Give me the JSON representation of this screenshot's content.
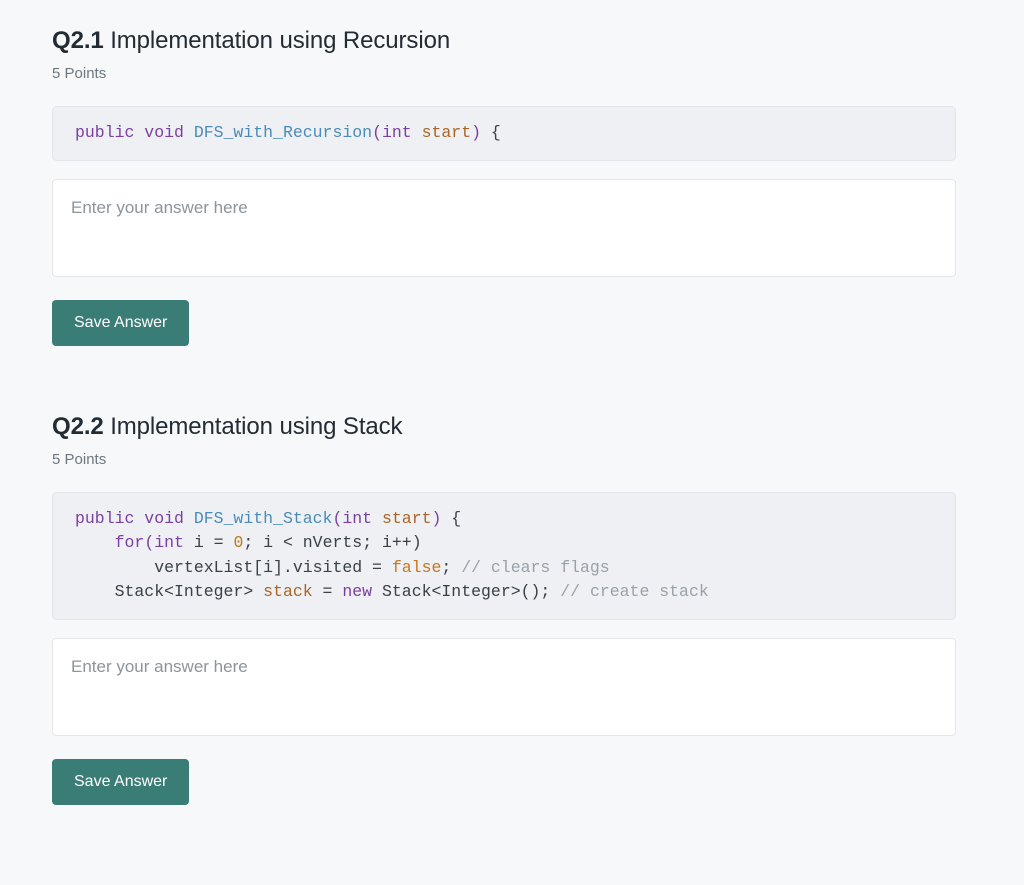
{
  "page": {
    "background_color": "#f7f8f9",
    "accent_color": "#3a7d77"
  },
  "questions": [
    {
      "number": "Q2.1",
      "title": "Implementation using Recursion",
      "points": "5 Points",
      "code_lines": [
        [
          {
            "t": "public void ",
            "c": "tok-kw"
          },
          {
            "t": "DFS_with_Recursion",
            "c": "tok-fn"
          },
          {
            "t": "(",
            "c": "tok-kw"
          },
          {
            "t": "int",
            "c": "tok-kw"
          },
          {
            "t": " ",
            "c": "tok-plain"
          },
          {
            "t": "start",
            "c": "tok-var"
          },
          {
            "t": ")",
            "c": "tok-kw"
          },
          {
            "t": " {",
            "c": "tok-plain"
          }
        ]
      ],
      "answer_value": "",
      "answer_placeholder": "Enter your answer here",
      "save_label": "Save Answer"
    },
    {
      "number": "Q2.2",
      "title": "Implementation using Stack",
      "points": "5 Points",
      "code_lines": [
        [
          {
            "t": "public void ",
            "c": "tok-kw"
          },
          {
            "t": "DFS_with_Stack",
            "c": "tok-fn"
          },
          {
            "t": "(",
            "c": "tok-kw"
          },
          {
            "t": "int",
            "c": "tok-kw"
          },
          {
            "t": " ",
            "c": "tok-plain"
          },
          {
            "t": "start",
            "c": "tok-var"
          },
          {
            "t": ")",
            "c": "tok-kw"
          },
          {
            "t": " {",
            "c": "tok-plain"
          }
        ],
        [
          {
            "t": "    ",
            "c": "tok-plain"
          },
          {
            "t": "for",
            "c": "tok-kw"
          },
          {
            "t": "(",
            "c": "tok-kw"
          },
          {
            "t": "int",
            "c": "tok-kw"
          },
          {
            "t": " i = ",
            "c": "tok-plain"
          },
          {
            "t": "0",
            "c": "tok-num"
          },
          {
            "t": "; i < nVerts; i++)",
            "c": "tok-plain"
          }
        ],
        [
          {
            "t": "        vertexList[i].visited = ",
            "c": "tok-plain"
          },
          {
            "t": "false",
            "c": "tok-lit"
          },
          {
            "t": "; ",
            "c": "tok-plain"
          },
          {
            "t": "// clears flags",
            "c": "tok-cmt"
          }
        ],
        [
          {
            "t": "    Stack<Integer> ",
            "c": "tok-plain"
          },
          {
            "t": "stack",
            "c": "tok-var"
          },
          {
            "t": " = ",
            "c": "tok-plain"
          },
          {
            "t": "new",
            "c": "tok-kw"
          },
          {
            "t": " Stack<Integer>(); ",
            "c": "tok-plain"
          },
          {
            "t": "// create stack",
            "c": "tok-cmt"
          }
        ]
      ],
      "answer_value": "",
      "answer_placeholder": "Enter your answer here",
      "save_label": "Save Answer"
    }
  ]
}
